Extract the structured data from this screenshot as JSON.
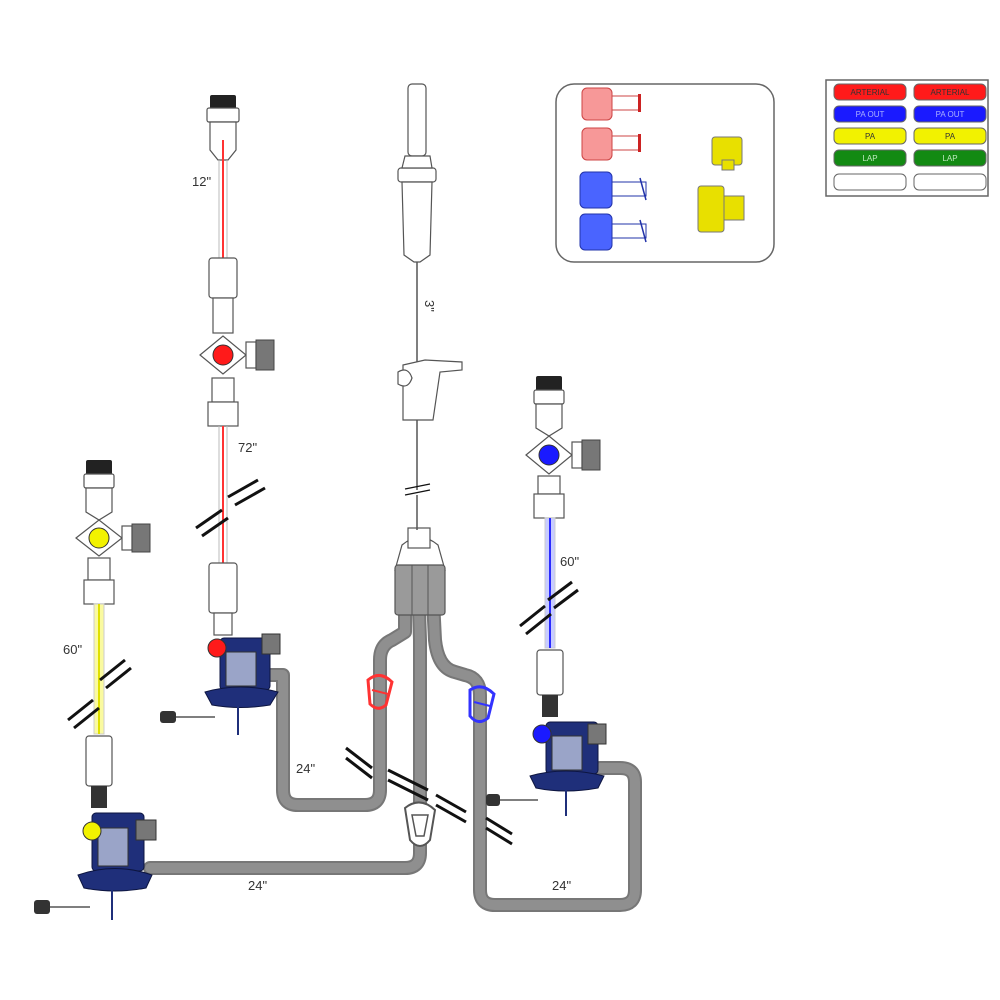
{
  "colors": {
    "arterial": "#ff1a1a",
    "pa_out": "#1a1aff",
    "pa": "#f2f200",
    "lap": "#138a13",
    "tubing": "#7f7f7f",
    "transducer": "#1f2f7a",
    "white": "#ffffff"
  },
  "labels": {
    "red_top_length": "12\"",
    "red_line_length": "72\"",
    "yellow_line_length": "60\"",
    "blue_line_length": "60\"",
    "spike_length": "3\"",
    "tube_red": "24\"",
    "tube_yellow": "24\"",
    "tube_blue": "24\""
  },
  "legend": {
    "rows": [
      [
        "ARTERIAL",
        "ARTERIAL"
      ],
      [
        "PA OUT",
        "PA OUT"
      ],
      [
        "PA",
        "PA"
      ],
      [
        "LAP",
        "LAP"
      ],
      [
        "",
        ""
      ]
    ]
  },
  "caps_panel": {
    "red_caps": 2,
    "blue_caps": 2,
    "yellow_connectors": 2
  }
}
